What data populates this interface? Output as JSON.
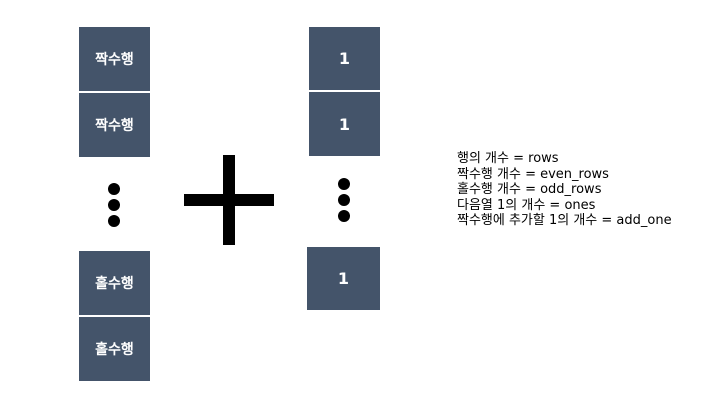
{
  "left_column": {
    "top_boxes": [
      "짝수행",
      "짝수행"
    ],
    "bottom_boxes": [
      "홀수행",
      "홀수행"
    ]
  },
  "right_column": {
    "top_boxes": [
      "1",
      "1"
    ],
    "bottom_boxes": [
      "1"
    ]
  },
  "legend": [
    "행의 개수 = rows",
    "짝수행 개수 = even_rows",
    "홀수행 개수 = odd_rows",
    "다음열 1의 개수 = ones",
    "짝수행에 추가할 1의 개수 = add_one"
  ],
  "colors": {
    "box_fill": "#44546a",
    "box_text": "#ffffff",
    "symbol": "#000000"
  }
}
